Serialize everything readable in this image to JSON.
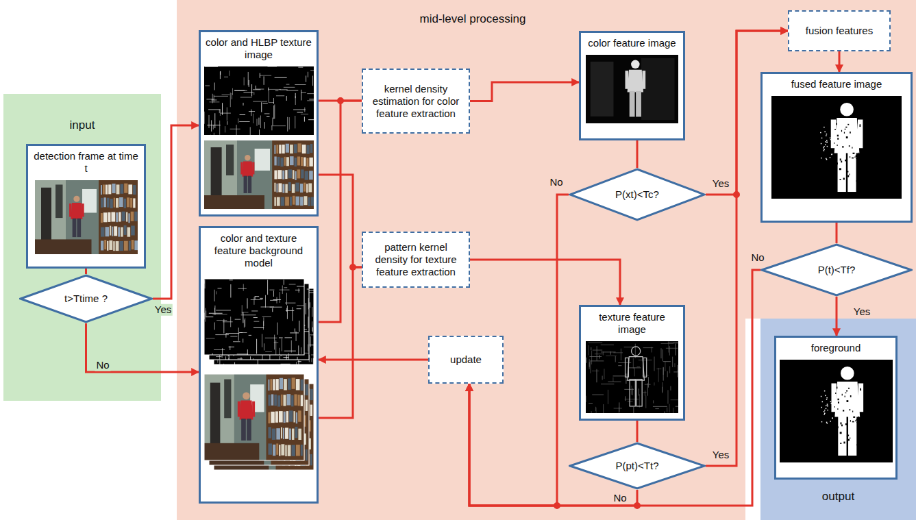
{
  "diagram": {
    "nodes": [
      {
        "text": [
          "input"
        ]
      },
      {
        "text": [
          "detection frame at time t"
        ],
        "in": 0
      },
      {
        "text": [
          "t>Ttime ?"
        ],
        "in": 0
      },
      {
        "text": [
          "mid-level processing"
        ]
      },
      {
        "text": [
          "color and HLBP texture image"
        ],
        "in": 3
      },
      {
        "text": [
          "color and texture feature background model"
        ],
        "in": 3
      },
      {
        "text": [
          "kernel density estimation for color feature extraction"
        ],
        "in": 3
      },
      {
        "text": [
          "pattern kernel density for texture feature extraction"
        ],
        "in": 3
      },
      {
        "text": [
          "update"
        ],
        "in": 3
      },
      {
        "text": [
          "color feature image"
        ],
        "in": 3
      },
      {
        "text": [
          "P(xt)<Tc?"
        ],
        "in": 3
      },
      {
        "text": [
          "texture feature image"
        ],
        "in": 3
      },
      {
        "text": [
          "P(pt)<Tt?"
        ],
        "in": 3
      },
      {
        "text": [
          "fusion features"
        ],
        "in": 3
      },
      {
        "text": [
          "fused feature image"
        ],
        "in": 3
      },
      {
        "text": [
          "P(t)<Tf?"
        ],
        "in": 3
      },
      {
        "text": [
          "output"
        ]
      },
      {
        "text": [
          "foreground"
        ],
        "in": 16
      }
    ],
    "edges": [
      {
        "from": 1,
        "to": 2,
        "arrow": "none"
      },
      {
        "from": 2,
        "to": 4,
        "arrow": "to",
        "label": "Yes"
      },
      {
        "from": 2,
        "to": 5,
        "arrow": "to",
        "label": "No"
      },
      {
        "from": 4,
        "to": 6,
        "arrow": "none"
      },
      {
        "from": 5,
        "to": 6,
        "arrow": "none"
      },
      {
        "from": 4,
        "to": 7,
        "arrow": "none"
      },
      {
        "from": 5,
        "to": 7,
        "arrow": "none"
      },
      {
        "from": 6,
        "to": 9,
        "arrow": "to"
      },
      {
        "from": 7,
        "to": 11,
        "arrow": "to"
      },
      {
        "from": 9,
        "to": 10,
        "arrow": "none"
      },
      {
        "from": 10,
        "to": 13,
        "arrow": "to",
        "label": "Yes"
      },
      {
        "from": 11,
        "to": 12,
        "arrow": "none"
      },
      {
        "from": 12,
        "to": 13,
        "arrow": "to",
        "label": "Yes"
      },
      {
        "from": 13,
        "to": 14,
        "arrow": "to"
      },
      {
        "from": 14,
        "to": 15,
        "arrow": "none"
      },
      {
        "from": 15,
        "to": 17,
        "arrow": "to",
        "label": "Yes"
      },
      {
        "from": 10,
        "to": 8,
        "arrow": "to",
        "label": "No"
      },
      {
        "from": 12,
        "to": 8,
        "arrow": "to",
        "label": "No"
      },
      {
        "from": 15,
        "to": 8,
        "arrow": "to",
        "label": "No"
      },
      {
        "from": 8,
        "to": 5,
        "arrow": "to"
      }
    ]
  }
}
